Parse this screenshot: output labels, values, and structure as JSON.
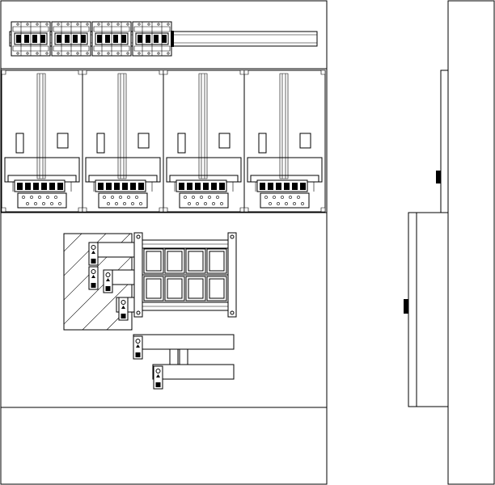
{
  "drawing": {
    "kind": "electrical-cabinet-technical-drawing",
    "line_color": "#000000",
    "background_color": "#ffffff",
    "views": [
      "front-view",
      "side-view"
    ],
    "front_view": {
      "top_breaker_groups": 4,
      "meter_modules": 4,
      "terminal_blocks_per_module": 1,
      "busbar_fuse_grid": {
        "rows": 2,
        "columns": 4
      },
      "cable_lugs": 6,
      "hatched_area": true
    },
    "side_view": {
      "door_handles": 2
    }
  }
}
